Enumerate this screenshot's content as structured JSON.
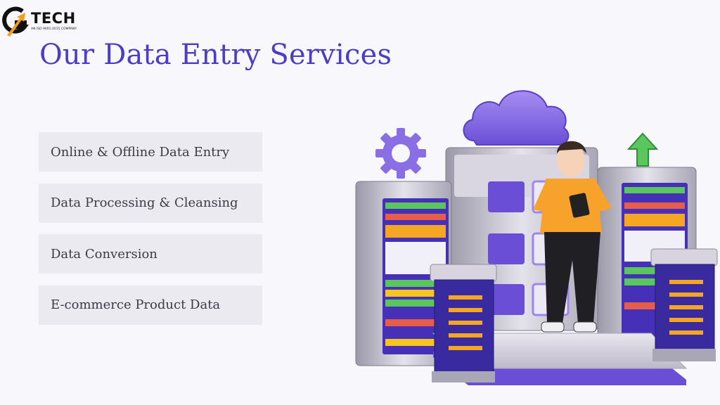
{
  "brand": {
    "name": "TECH",
    "tagline": "AN ISO 9001:2015 COMPANY",
    "colors": {
      "accent": "#f39c1f",
      "dark": "#111111"
    }
  },
  "page": {
    "title": "Our Data Entry Services",
    "title_color": "#4b3dc4"
  },
  "services": [
    {
      "label": "Online & Offline Data Entry"
    },
    {
      "label": "Data Processing & Cleansing"
    },
    {
      "label": "Data Conversion"
    },
    {
      "label": "E-commerce Product Data"
    }
  ],
  "illustration": {
    "icons": [
      "cloud-icon",
      "gear-icon",
      "upload-arrow-icon",
      "server-rack-icon",
      "person-with-tablet"
    ],
    "colors": {
      "purple": "#7b5ce0",
      "silver": "#c9c6d3",
      "green": "#4caf50",
      "orange": "#f5a623"
    }
  }
}
